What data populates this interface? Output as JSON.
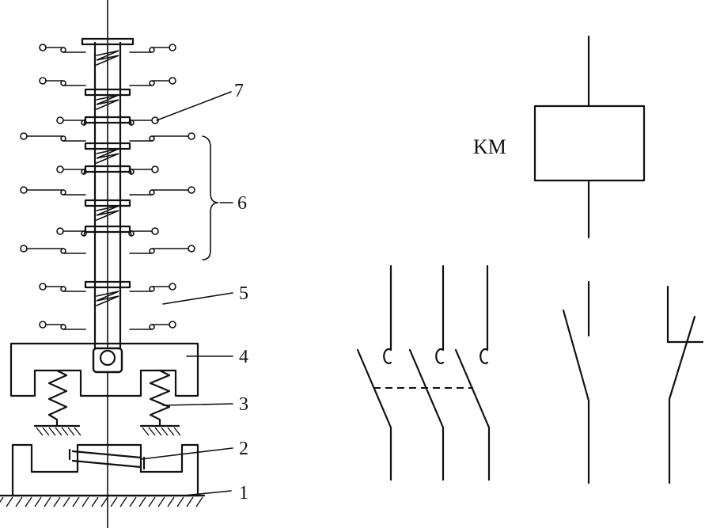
{
  "contactor_diagram": {
    "part_labels": [
      "1",
      "2",
      "3",
      "4",
      "5",
      "6",
      "7"
    ]
  },
  "symbols": {
    "coil_label": "KM"
  },
  "colors": {
    "ink": "#111111",
    "background": "#ffffff"
  }
}
